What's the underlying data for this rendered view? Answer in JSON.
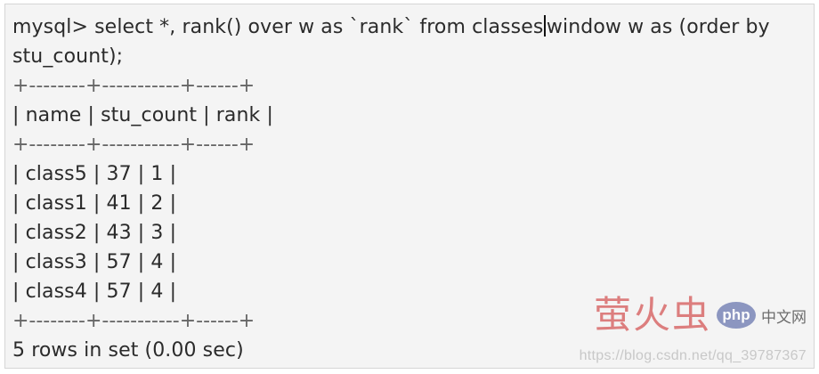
{
  "command": {
    "before_caret": "mysql> select *, rank() over w as `rank` from classes",
    "after_caret": "window w as (order by stu_count);"
  },
  "table": {
    "border": "+--------+-----------+------+",
    "header": "| name | stu_count | rank |",
    "rows": [
      "| class5 | 37 | 1 |",
      "| class1 | 41 | 2 |",
      "| class2 | 43 | 3 |",
      "| class3 | 57 | 4 |",
      "| class4 | 57 | 4 |"
    ]
  },
  "status": "5 rows in set (0.00 sec)",
  "watermark": {
    "chinese": "萤火虫",
    "badge": "php",
    "suffix": "中文网",
    "url": "https://blog.csdn.net/qq_39787367"
  }
}
